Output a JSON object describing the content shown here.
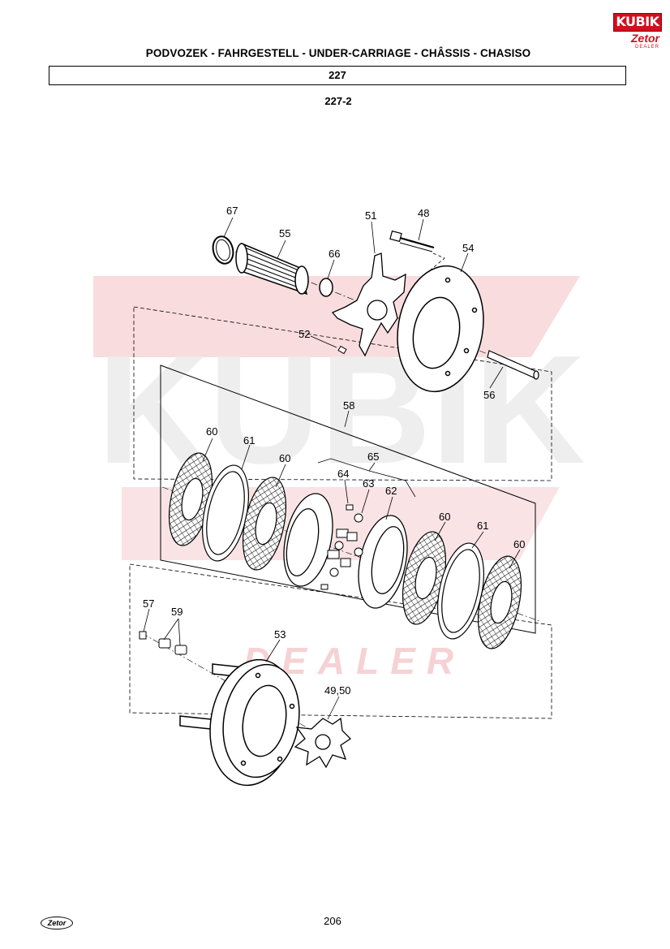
{
  "header": {
    "title": "PODVOZEK - FAHRGESTELL - UNDER-CARRIAGE - CHÂSSIS - CHASISO",
    "group": "227",
    "subgroup": "227-2"
  },
  "logo": {
    "top": "KUBIK",
    "bottom": "Zetor",
    "sub": "DEALER"
  },
  "watermark": {
    "word": "KUBIK",
    "sub": "DEALER"
  },
  "callouts": {
    "c67": "67",
    "c55": "55",
    "c66": "66",
    "c51": "51",
    "c48": "48",
    "c54": "54",
    "c52": "52",
    "c56": "56",
    "c58": "58",
    "c60a": "60",
    "c61a": "61",
    "c60b": "60",
    "c65": "65",
    "c64": "64",
    "c63": "63",
    "c62": "62",
    "c60c": "60",
    "c61b": "61",
    "c60d": "60",
    "c57": "57",
    "c59": "59",
    "c53": "53",
    "c4950": "49,50"
  },
  "footer": {
    "logo": "Zetor",
    "page_number": "206"
  },
  "colors": {
    "watermark": "#f6d2d4",
    "watermark_gray": "#eeeeee",
    "brand_red": "#d0101e"
  }
}
